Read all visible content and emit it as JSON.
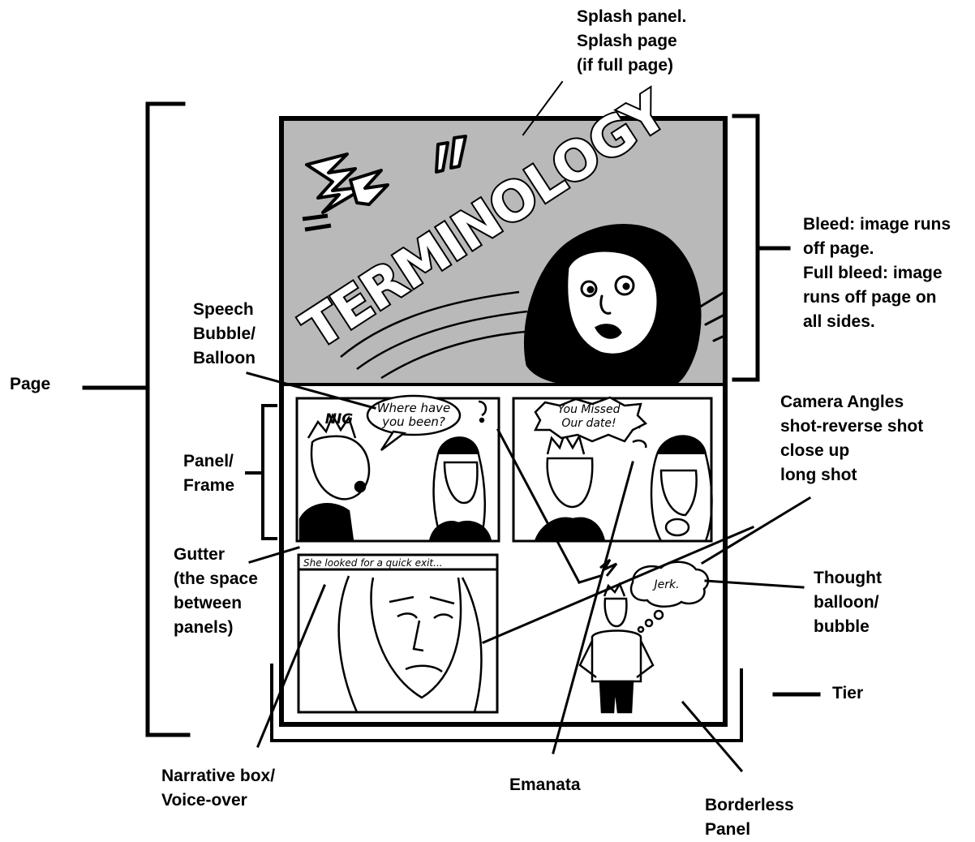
{
  "colors": {
    "ink": "#000000",
    "splash_bg": "#b9b9b9",
    "paper": "#ffffff"
  },
  "comic": {
    "title": "TERMINOLOGY",
    "speech_bubble_lines": [
      "Where have",
      "you been?"
    ],
    "grunt": "NIG",
    "angry_bubble_lines": [
      "You Missed",
      "Our date!"
    ],
    "narrative_box": "She looked for a quick exit...",
    "thought_bubble": "Jerk."
  },
  "labels": {
    "splash": [
      "Splash panel.",
      "Splash page",
      "(if full page)"
    ],
    "bleed": [
      "Bleed: image runs",
      "off page.",
      "Full bleed: image",
      "runs off page on",
      "all sides."
    ],
    "speech": [
      "Speech",
      "Bubble/",
      "Balloon"
    ],
    "page": [
      "Page"
    ],
    "camera": [
      "Camera Angles",
      "shot-reverse shot",
      "close up",
      "long shot"
    ],
    "panel": [
      "Panel/",
      "Frame"
    ],
    "gutter": [
      "Gutter",
      "(the space",
      "between",
      "panels)"
    ],
    "thought": [
      "Thought",
      "balloon/",
      "bubble"
    ],
    "tier": [
      "Tier"
    ],
    "narrative": [
      "Narrative box/",
      "Voice-over"
    ],
    "emanata": [
      "Emanata"
    ],
    "borderless": [
      "Borderless",
      "Panel"
    ]
  }
}
